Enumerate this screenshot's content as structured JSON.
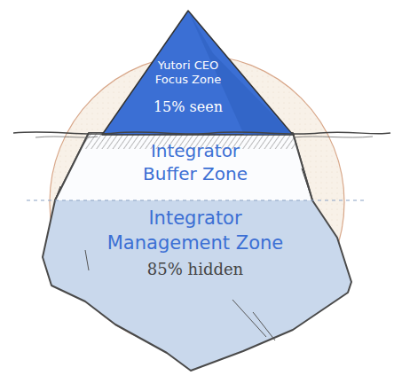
{
  "diagram": {
    "nodes": [
      {
        "text": [
          "Yutori CEO Focus Zone",
          "15% seen"
        ]
      },
      {
        "text": [
          "Integrator Buffer Zone"
        ]
      },
      {
        "text": [
          "Integrator Management Zone",
          "85% hidden"
        ]
      }
    ]
  }
}
